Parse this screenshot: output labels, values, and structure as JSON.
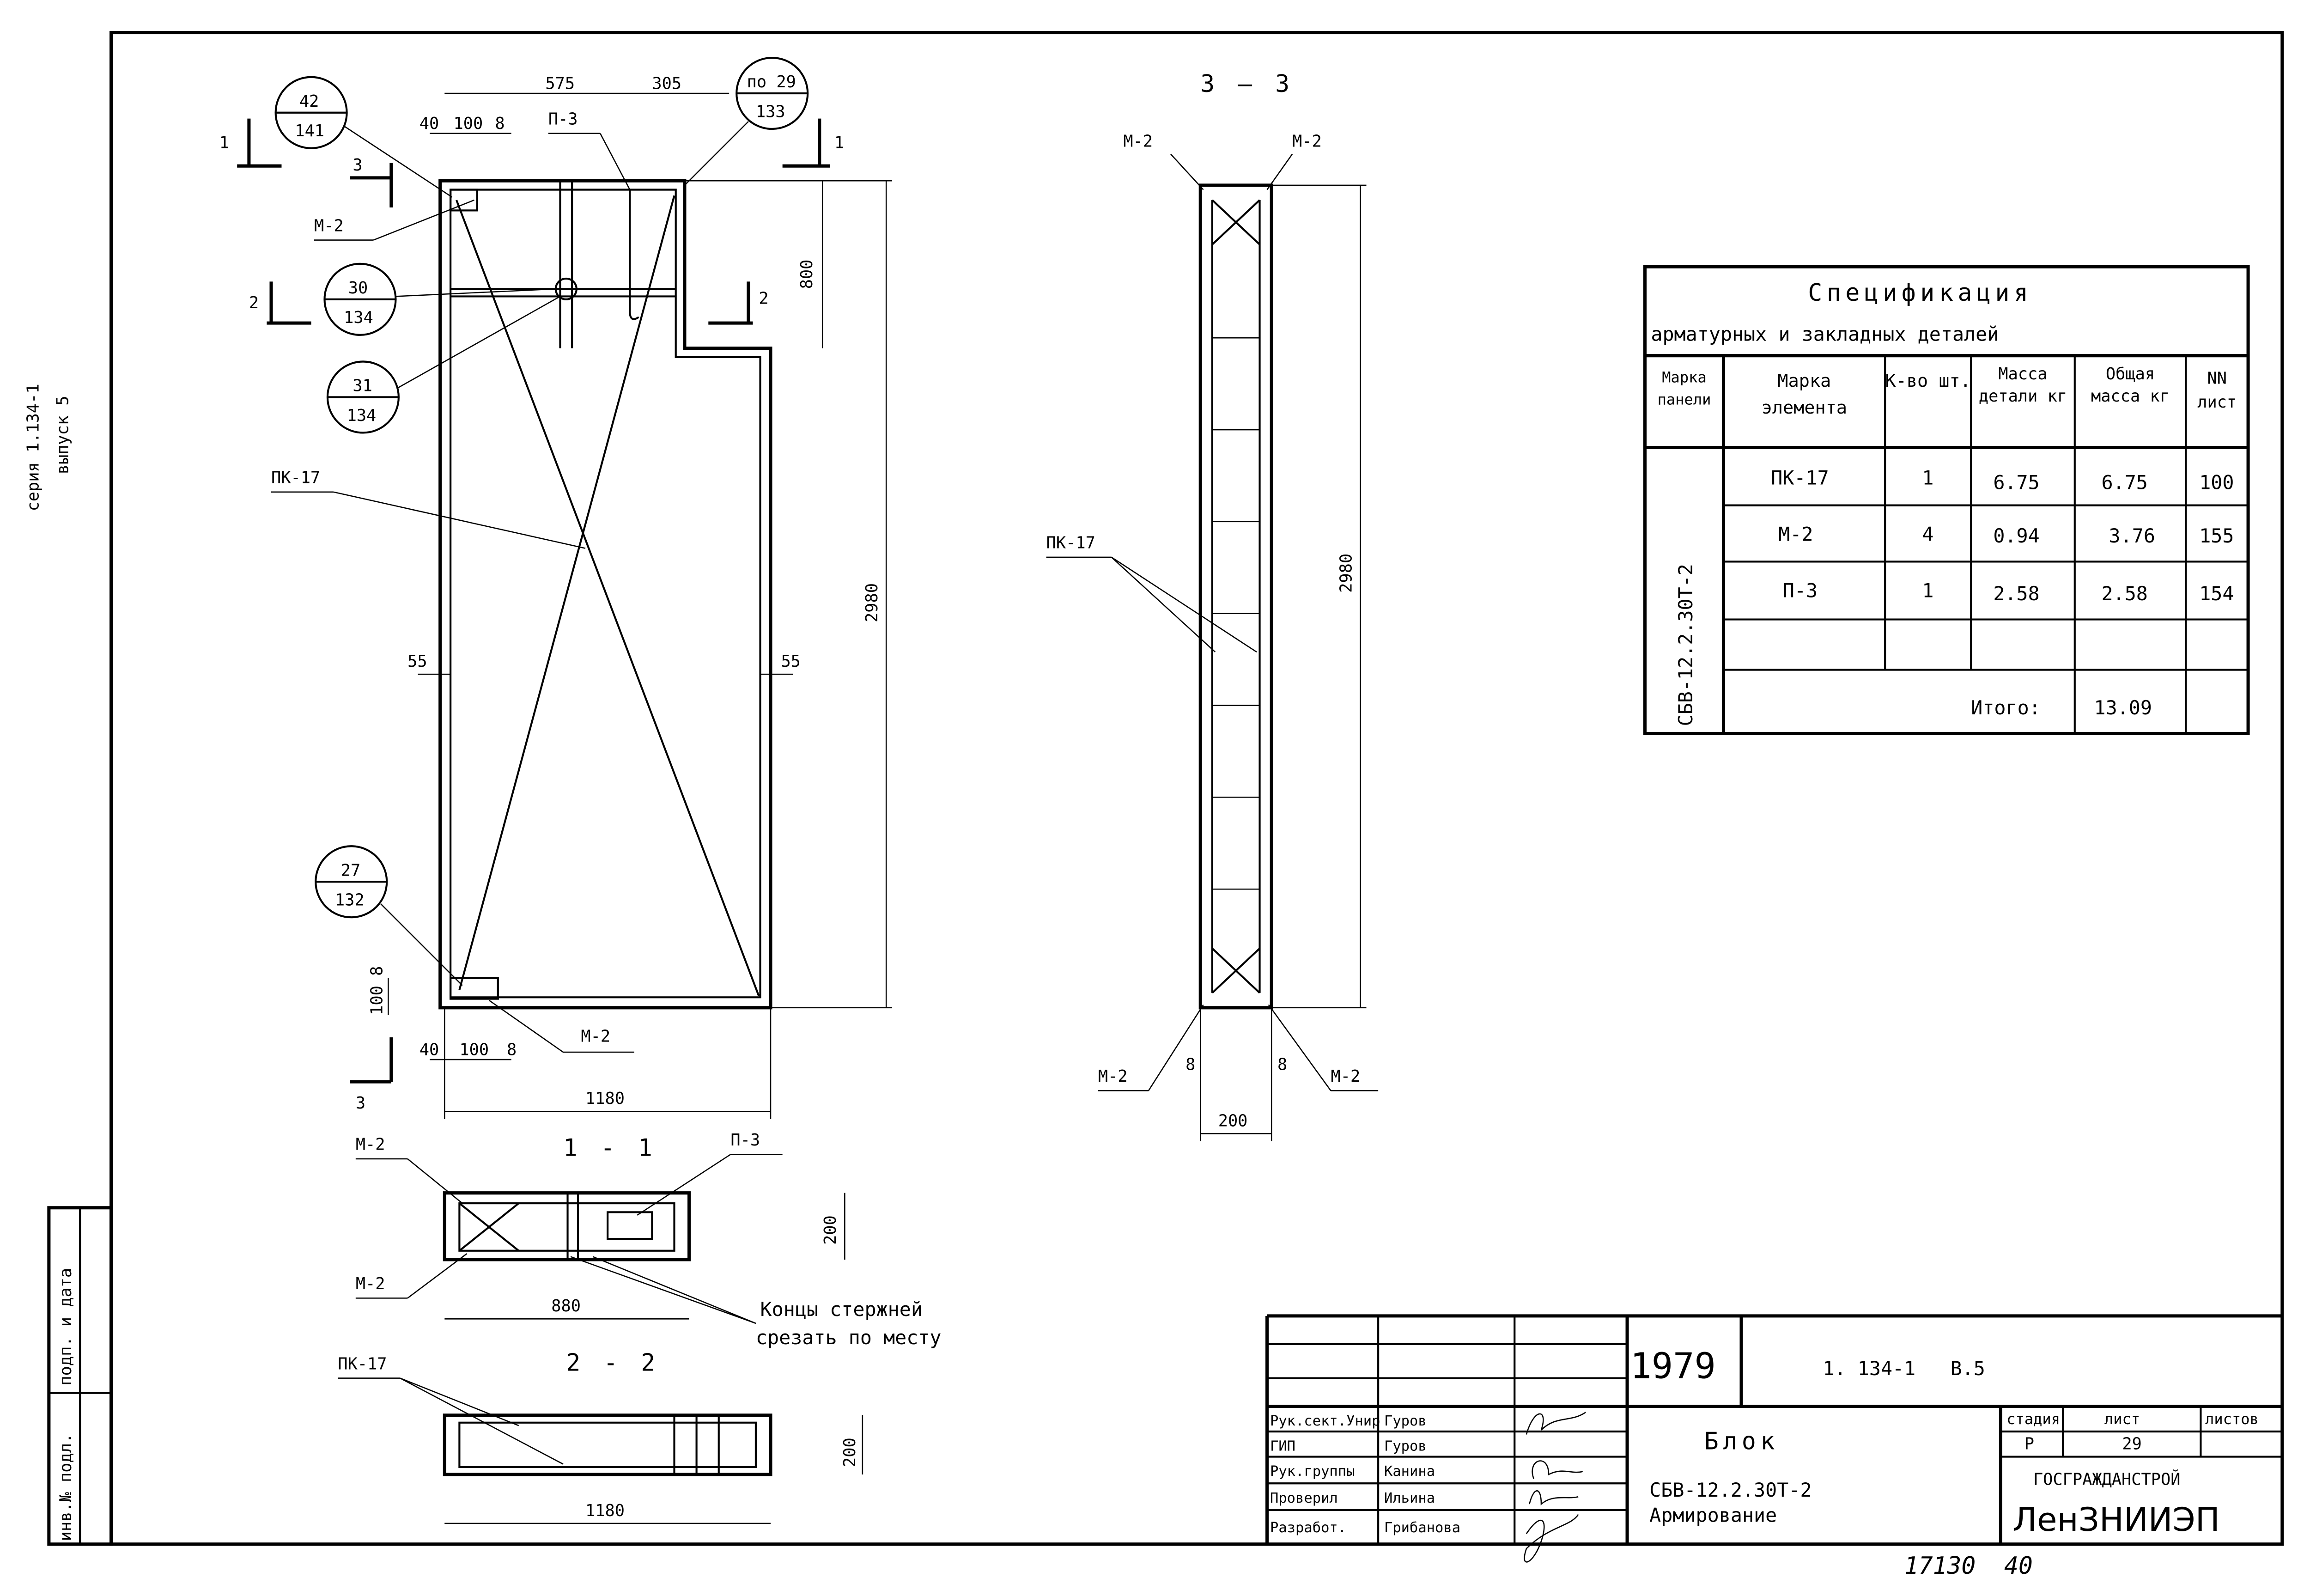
{
  "margin": {
    "series": "серия 1.134-1",
    "issue": "выпуск 5",
    "sign_date": "подп. и дата",
    "inv_no": "инв.№ подл."
  },
  "elevation": {
    "dims": {
      "top_575": "575",
      "top_305": "305",
      "d40": "40",
      "d100": "100",
      "d8": "8",
      "h800": "800",
      "h2980": "2980",
      "left55": "55",
      "right55": "55",
      "bottom_100_8": "100 8",
      "b40": "40",
      "b100": "100",
      "b8": "8",
      "w1180": "1180"
    },
    "callouts": [
      {
        "top": "42",
        "bottom": "141"
      },
      {
        "top": "30",
        "bottom": "134"
      },
      {
        "top": "31",
        "bottom": "134"
      },
      {
        "top": "27",
        "bottom": "132"
      },
      {
        "top": "по 29",
        "bottom": "133"
      }
    ],
    "labels": {
      "p3": "П-3",
      "m2_top": "М-2",
      "pk17": "ПК-17",
      "m2_bottom": "М-2"
    },
    "section_marks": {
      "s1": "1",
      "s2": "2",
      "s3": "3"
    }
  },
  "section_3_3": {
    "title": "3 — 3",
    "m2_tl": "М-2",
    "m2_tr": "М-2",
    "pk17": "ПК-17",
    "m2_bl": "М-2",
    "m2_br": "М-2",
    "d8_left": "8",
    "d8_right": "8",
    "w200": "200",
    "h2980": "2980"
  },
  "section_1_1": {
    "title": "1 - 1",
    "m2_top": "М-2",
    "p3": "П-3",
    "m2_bottom": "М-2",
    "w880": "880",
    "h200": "200",
    "note_line1": "Концы стержней",
    "note_line2": "срезать по месту"
  },
  "section_2_2": {
    "title": "2 - 2",
    "pk17": "ПК-17",
    "w1180": "1180",
    "h200": "200"
  },
  "spec_table": {
    "title": "Спецификация",
    "subtitle": "арматурных и закладных деталей",
    "headers": [
      "Марка панели",
      "Марка элемента",
      "К-во шт.",
      "Масса детали кг",
      "Общая масса кг",
      "NN лист"
    ],
    "panel_mark": "СБВ-12.2.30Т-2",
    "rows": [
      {
        "element": "ПК-17",
        "qty": "1",
        "unit_mass": "6.75",
        "total_mass": "6.75",
        "sheet": "100"
      },
      {
        "element": "М-2",
        "qty": "4",
        "unit_mass": "0.94",
        "total_mass": "3.76",
        "sheet": "155"
      },
      {
        "element": "П-3",
        "qty": "1",
        "unit_mass": "2.58",
        "total_mass": "2.58",
        "sheet": "154"
      }
    ],
    "total_label": "Итого:",
    "total_value": "13.09"
  },
  "title_block": {
    "year": "1979",
    "series_code": "1. 134-1   В.5",
    "roles": [
      {
        "role": "Рук.сект.Унир",
        "name": "Гуров"
      },
      {
        "role": "ГИП",
        "name": "Гуров"
      },
      {
        "role": "Рук.группы",
        "name": "Канина"
      },
      {
        "role": "Проверил",
        "name": "Ильина"
      },
      {
        "role": "Разработ.",
        "name": "Грибанова"
      }
    ],
    "doc_name": "Блок",
    "doc_mark": "СБВ-12.2.30Т-2",
    "doc_subject": "Армирование",
    "stage_label": "стадия",
    "sheet_label": "лист",
    "sheets_label": "листов",
    "stage": "Р",
    "sheet": "29",
    "org_top": "ГОСГРАЖДАНСТРОЙ",
    "org": "ЛенЗНИИЭП"
  },
  "handwritten_number": "17130  40"
}
